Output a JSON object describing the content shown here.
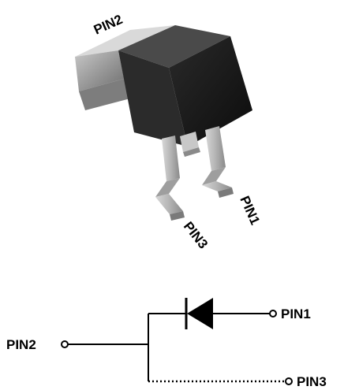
{
  "package": {
    "tab_label": "PIN2",
    "lead_labels": [
      "PIN1",
      "PIN3"
    ]
  },
  "schematic": {
    "left_terminal": "PIN2",
    "right_top_terminal": "PIN1",
    "right_bottom_terminal": "PIN3",
    "bottom_connection_style": "dotted"
  },
  "colors": {
    "body_front": "#141414",
    "body_top": "#444444",
    "tab": "#9a9a9a",
    "lead": "#b4b4b4",
    "wire": "#000000"
  }
}
